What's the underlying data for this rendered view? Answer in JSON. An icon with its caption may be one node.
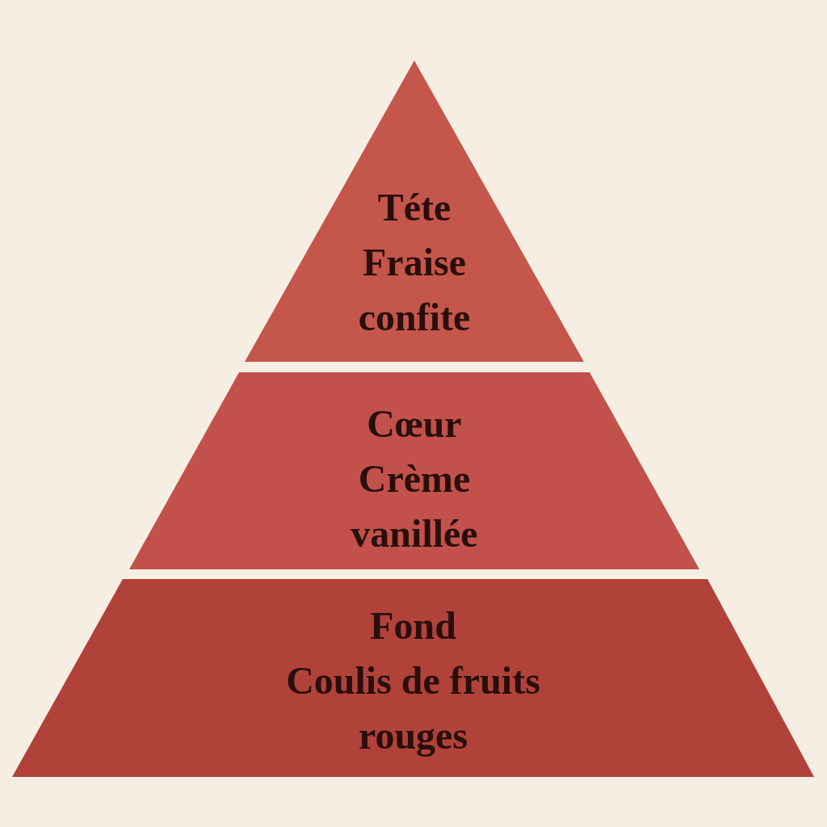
{
  "diagram": {
    "nodes": [
      {
        "text": [
          "Téte",
          "Fraise confite"
        ]
      },
      {
        "text": [
          "Cœur",
          "Crème vanillée"
        ]
      },
      {
        "text": [
          "Fond",
          "Coulis de fruits rouges"
        ]
      }
    ]
  }
}
